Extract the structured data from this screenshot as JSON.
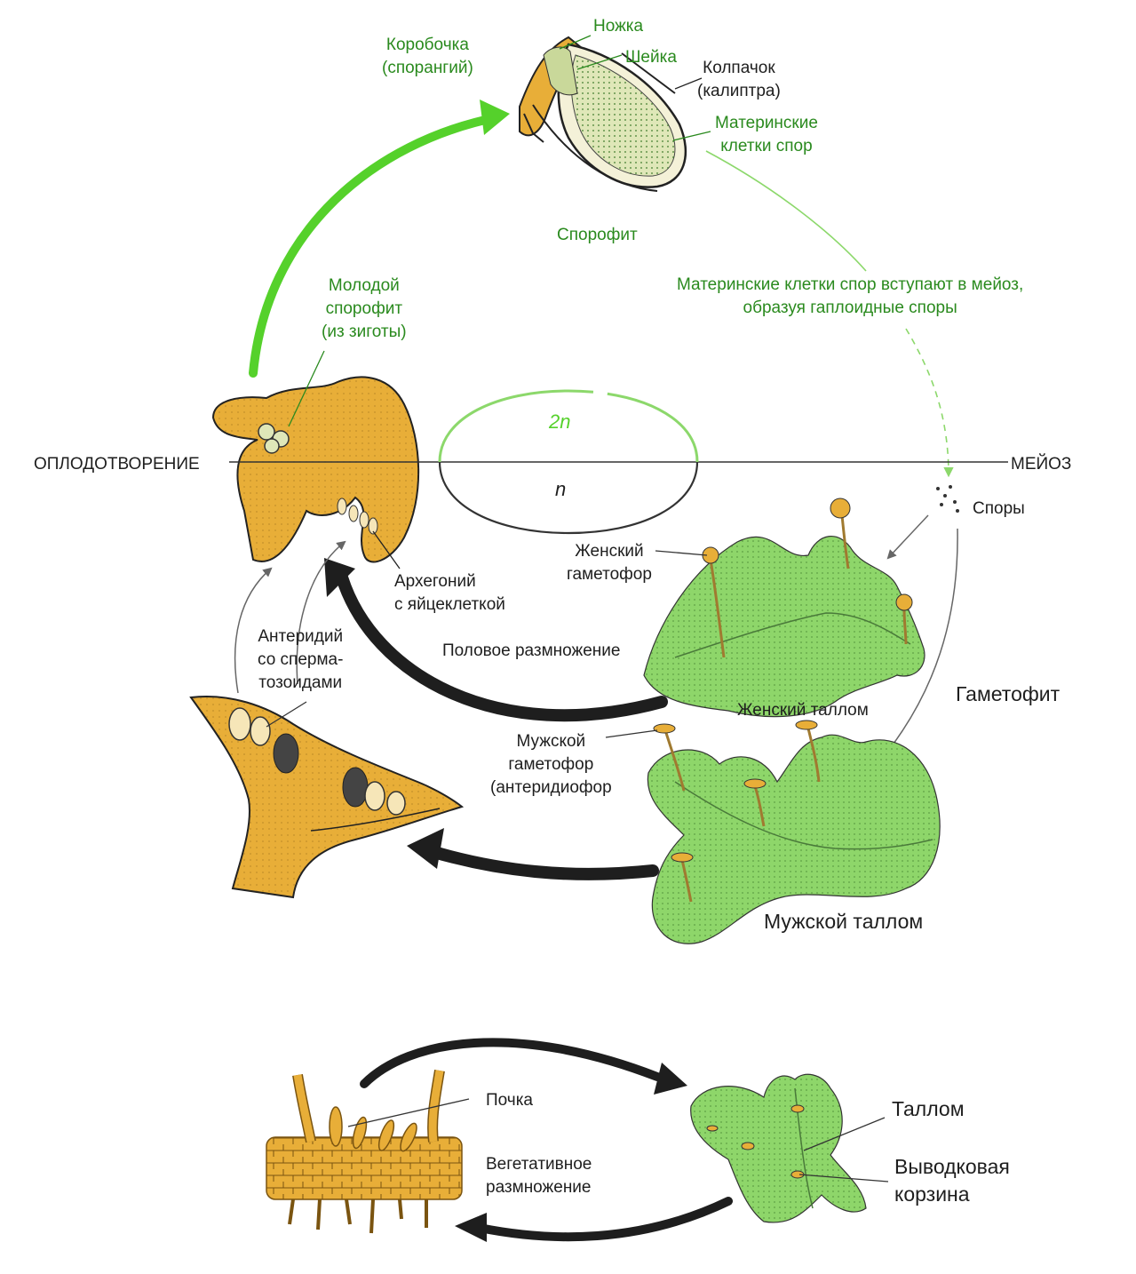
{
  "colors": {
    "tissue": "#e8ae38",
    "thallus": "#8ed66a",
    "label_green": "#2a8a1e",
    "arrow_green": "#55d12b",
    "arrow_dark": "#1e1e1e"
  },
  "sporophyte": {
    "capsule": "Коробочка\n(спорангий)",
    "foot": "Ножка",
    "neck": "Шейка",
    "calyptra": "Колпачок\n(калиптра)",
    "spore_mother_cells": "Материнские\nклетки спор",
    "title": "Спорофит",
    "meiosis_note": "Материнские клетки спор вступают в мейоз,\nобразуя гаплоидные споры",
    "young": "Молодой\nспорофит\n(из зиготы)"
  },
  "cycle": {
    "fertilization": "ОПЛОДОТВОРЕНИЕ",
    "meiosis": "МЕЙОЗ",
    "diploid": "2n",
    "haploid": "n",
    "spores": "Споры"
  },
  "gametophyte": {
    "title": "Гаметофит",
    "female_gametophore": "Женский\nгаметофор",
    "archegonium": "Архегоний\nс яйцеклеткой",
    "sexual_reproduction": "Половое размножение",
    "female_thallus": "Женский таллом",
    "antheridium": "Антеридий\nсо сперма-\nтозоидами",
    "male_gametophore": "Мужской\nгаметофор\n(антеридиофор",
    "male_thallus": "Мужской таллом"
  },
  "vegetative": {
    "bud": "Почка",
    "label": "Вегетативное\nразмножение",
    "thallus": "Таллом",
    "gemma_cup": "Выводковая\nкорзина"
  }
}
